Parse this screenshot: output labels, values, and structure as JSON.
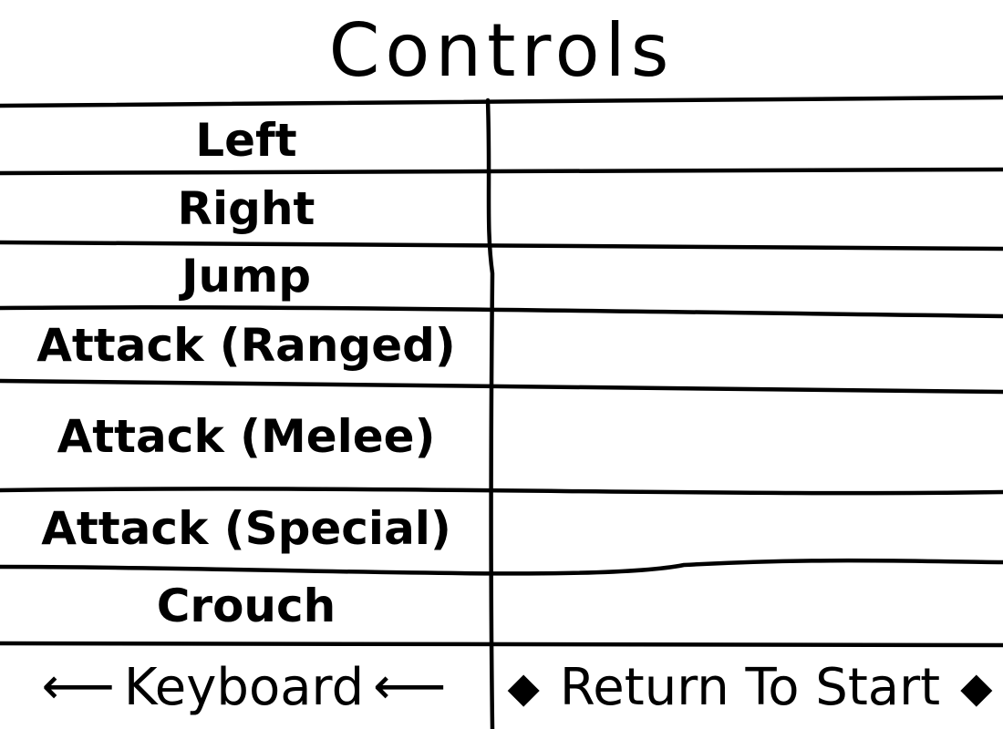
{
  "screen": {
    "title": "Controls"
  },
  "controls": [
    {
      "action": "Left",
      "binding": ""
    },
    {
      "action": "Right",
      "binding": ""
    },
    {
      "action": "Jump",
      "binding": ""
    },
    {
      "action": "Attack (Ranged)",
      "binding": ""
    },
    {
      "action": "Attack (Melee)",
      "binding": ""
    },
    {
      "action": "Attack (Special)",
      "binding": ""
    },
    {
      "action": "Crouch",
      "binding": ""
    }
  ],
  "footer": {
    "input_mode_label": "Keyboard",
    "input_mode_icon_left": "left-arrow-icon",
    "input_mode_icon_right": "left-arrow-icon",
    "return_label": "Return To Start",
    "return_icon": "diamond-icon"
  },
  "colors": {
    "ink": "#000000",
    "background": "#ffffff"
  }
}
